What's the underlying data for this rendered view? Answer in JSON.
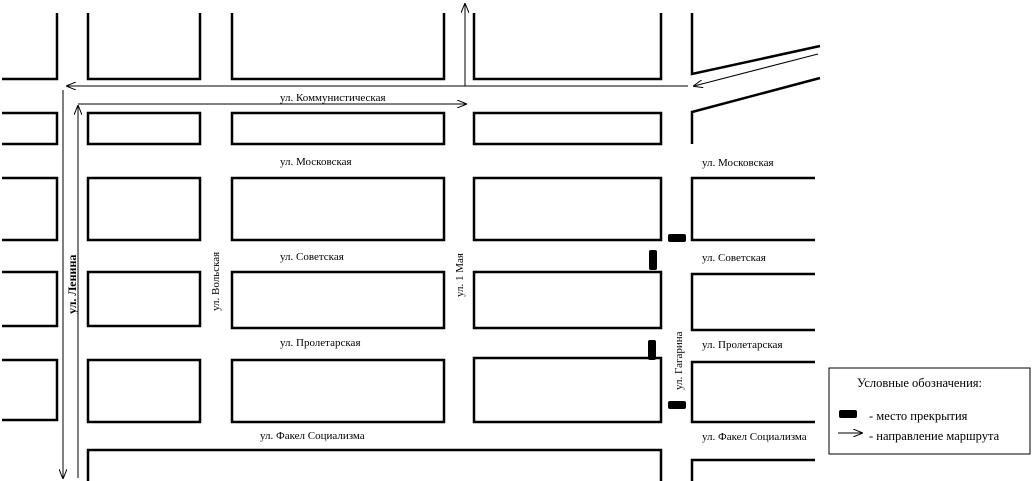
{
  "streets": {
    "kommunisticheskaya": "ул. Коммунистическая",
    "moskovskaya": "ул. Московская",
    "moskovskaya_east": "ул. Московская",
    "sovetskaya": "ул. Советская",
    "sovetskaya_east": "ул. Советская",
    "proletarskaya": "ул. Пролетарская",
    "proletarskaya_east": "ул. Пролетарская",
    "fakel": "ул. Факел Социализма",
    "fakel_east": "ул. Факел Социализма",
    "lenina": "ул. Ленина",
    "volskaya": "ул. Вольская",
    "pervogo_maya": "ул. 1 Мая",
    "gagarina": "ул. Гагарина"
  },
  "legend": {
    "title": "Условные обозначения:",
    "closure_label": "- место прекрытия",
    "route_label": "- направление маршрута"
  }
}
